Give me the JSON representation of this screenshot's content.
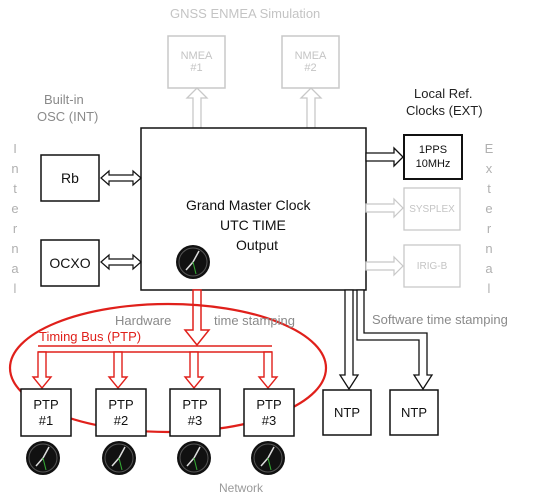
{
  "title": "GNSS ENMEA Simulation",
  "nmea": [
    {
      "line1": "NMEA",
      "line2": "#1"
    },
    {
      "line1": "NMEA",
      "line2": "#2"
    }
  ],
  "builtin": {
    "line1": "Built-in",
    "line2": "OSC (INT)"
  },
  "internal_letters": [
    "I",
    "n",
    "t",
    "e",
    "r",
    "n",
    "a",
    "l"
  ],
  "external_letters": [
    "E",
    "x",
    "t",
    "e",
    "r",
    "n",
    "a",
    "l"
  ],
  "local_ref": {
    "line1": "Local Ref.",
    "line2": "Clocks (EXT)"
  },
  "pps": {
    "line1": "1PPS",
    "line2": "10MHz"
  },
  "sysplex": "SYSPLEX",
  "irig": "IRIG-B",
  "rb": "Rb",
  "ocxo": "OCXO",
  "gm": {
    "line1": "Grand Master Clock",
    "line2": "UTC TIME",
    "line3": "Output"
  },
  "hardware": {
    "part1": "Hardware",
    "part2": "time stamping"
  },
  "software": "Software time stamping",
  "timing_bus": "Timing Bus (PTP)",
  "ptp": [
    {
      "line1": "PTP",
      "line2": "#1"
    },
    {
      "line1": "PTP",
      "line2": "#2"
    },
    {
      "line1": "PTP",
      "line2": "#3"
    },
    {
      "line1": "PTP",
      "line2": "#3"
    }
  ],
  "ntp": [
    "NTP",
    "NTP"
  ],
  "network": "Network",
  "colors": {
    "line": "#111111",
    "faded": "#c4c4c4",
    "accent": "#e0201b",
    "text_gray": "#8a8a8a"
  }
}
